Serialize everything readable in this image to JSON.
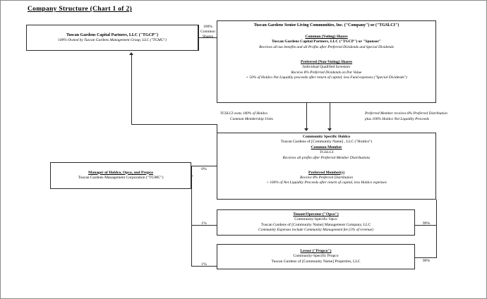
{
  "document": {
    "title": "Company Structure (Chart 1 of 2)"
  },
  "boxes": {
    "tgcp": {
      "name": "Tuscan Gardens Capital Partners, LLC (\"TGCP\")",
      "sub": "100% Owned by Tuscan Gardens Management Group, LLC  (\"TGMG\")"
    },
    "tgslci": {
      "name": "Tuscan Gardens Senior Living Communities, Inc. (\"Company\") or (\"TGSLCI\")",
      "common_heading": "Common (Voting) Shares",
      "common_holder": "Tuscan Gardens Capital Partners, LLC (\"TGCP\") or \"Sponsor\"",
      "common_note": "Receives all tax benefits and all Profits after Preferred Dividends and Special Dividends",
      "preferred_heading": "Preferred (Non-Voting) Shares",
      "preferred_holder": "Individual Qualified Investors",
      "preferred_note1": "Receive 8% Preferred Dividends on Par Value",
      "preferred_note2": "+ 50% of Holdco Net Liquidity proceeds after return of capital, less Fund expenses (\"Special Dividends\")"
    },
    "holdco": {
      "heading": "Community Specific Holdco",
      "name": "Tuscan Gardens of [Community Name] , LLC (\"Holdco\")",
      "common_heading": "Common Member",
      "common_holder": "TGSLCI",
      "common_note": "Receives all profits after Preferred Member Distributions",
      "preferred_heading": "Preferred Member(s)",
      "preferred_note1": "Receive 8% Preferred Distribution",
      "preferred_note2": "+  100% of Net Liquidity Proceeds after return of capital, less Holdco expenses"
    },
    "manager": {
      "heading": "Manager of Holdco, Opco, and Propco",
      "name": "Tuscan Gardens Management Corporation (\"TGMC\")"
    },
    "opco": {
      "heading": "Tenant/Operator (\"Opco\")",
      "sub": "Community-Specific Opco",
      "name": "Tuscan Gardens of [Community Name]  Management Company, LLC",
      "note": "Community Expenses include Community Management fee (5% of revenue)"
    },
    "propco": {
      "heading": "Lessor (\"Propco\")",
      "sub": "Community-Specific Propco",
      "name": "Tuscan Gardens of [Community Name] Properties, LLC"
    }
  },
  "connectors": {
    "common_shares_pct": "100%",
    "common_shares_label_line1": "Common",
    "common_shares_label_line2": "Shares",
    "manager_holdco_pct": "0%",
    "manager_opco_pct": "1%",
    "manager_propco_pct": "1%",
    "holdco_opco_pct": "99%",
    "holdco_propco_pct": "99%",
    "note_left_line1": "TGSLCI owns  100% of Holdco",
    "note_left_line2": "Common Membership Units",
    "note_right_line1": "Preferred Member receives 8% Preferred Distribution",
    "note_right_line2": "plus 100% Holdco Net Liquidity Proceeds"
  }
}
